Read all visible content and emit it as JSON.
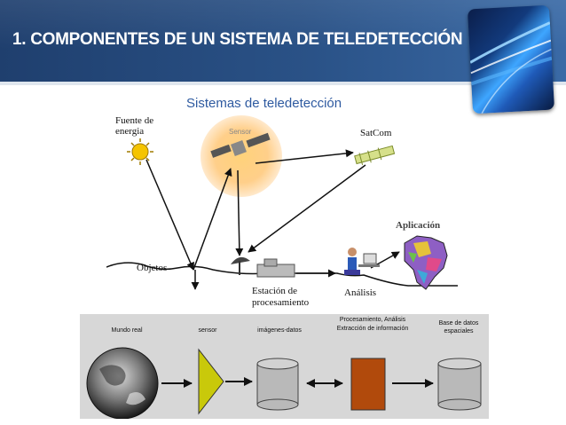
{
  "slide": {
    "title": "1.    COMPONENTES DE UN SISTEMA DE TELEDETECCIÓN"
  },
  "top_figure": {
    "title": "Sistemas de teledetección",
    "labels": {
      "energy_source_line1": "Fuente de",
      "energy_source_line2": "energia",
      "sensor": "Sensor",
      "satcom": "SatCom",
      "application": "Aplicación",
      "objects": "Objetos",
      "station_line1": "Estación de",
      "station_line2": "procesamiento",
      "analysis": "Análisis"
    }
  },
  "bottom_figure": {
    "labels": {
      "real_world": "Mundo real",
      "sensor": "sensor",
      "images": "imágenes-datos",
      "processing_line1": "Procesamiento, Análisis",
      "processing_line2": "Extracción de información",
      "database_line1": "Base de datos",
      "database_line2": "espaciales"
    }
  },
  "colors": {
    "header_bg": "#234a7e",
    "figure_title": "#2e5aa0",
    "sensor_triangle": "#c9c90a",
    "processing_box": "#b14a0c",
    "bottom_bg": "#d7d7d7"
  }
}
